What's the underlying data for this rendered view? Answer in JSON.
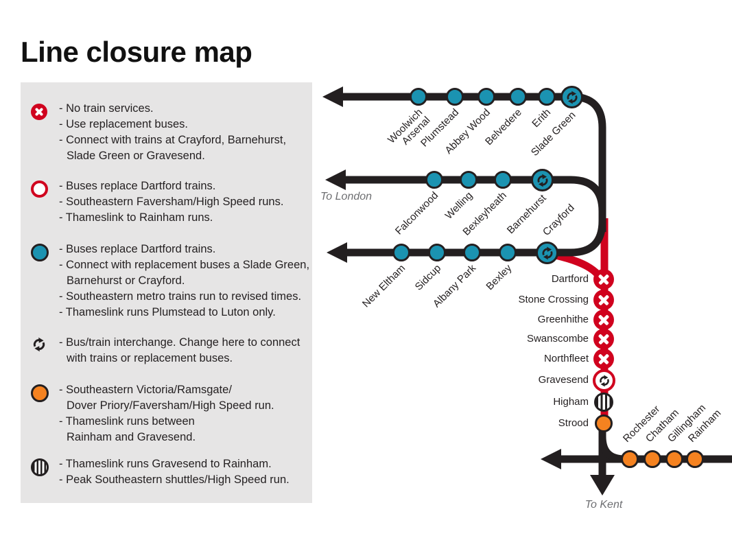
{
  "title": "Line closure map",
  "colors": {
    "teal": "#1b93b1",
    "red": "#d0021e",
    "orange": "#f58220",
    "line_black": "#231f20",
    "panel_gray": "#e6e5e5"
  },
  "legend": {
    "items": [
      {
        "icon": "no-service-icon",
        "lines": [
          "- No train services.",
          "- Use replacement buses.",
          "- Connect with trains at Crayford, Barnehurst,",
          "Slade Green or Gravesend."
        ]
      },
      {
        "icon": "buses-replace-ring-icon",
        "lines": [
          "- Buses replace Dartford trains.",
          "- Southeastern Faversham/High Speed runs.",
          "- Thameslink to Rainham runs."
        ]
      },
      {
        "icon": "buses-replace-dot-icon",
        "lines": [
          "- Buses replace Dartford trains.",
          "- Connect with replacement buses a Slade Green,",
          "Barnehurst or Crayford.",
          "- Southeastern metro trains run to revised times.",
          "- Thameslink runs Plumstead to Luton only."
        ]
      },
      {
        "icon": "interchange-icon",
        "lines": [
          "- Bus/train interchange. Change here to connect",
          "with trains or replacement buses."
        ]
      },
      {
        "icon": "southeastern-dot-icon",
        "lines": [
          "- Southeastern Victoria/Ramsgate/",
          "Dover Priory/Faversham/High Speed run.",
          "- Thameslink runs between",
          "Rainham and Gravesend."
        ]
      },
      {
        "icon": "thameslink-dot-icon",
        "lines": [
          "- Thameslink runs Gravesend to Rainham.",
          "- Peak Southeastern shuttles/High Speed run."
        ]
      }
    ]
  },
  "map": {
    "direction_labels": {
      "london": "To London",
      "kent": "To Kent"
    },
    "lines": [
      {
        "id": "woolwich-line",
        "stations": [
          {
            "label": "Woolwich\nArsenal",
            "type": "station"
          },
          {
            "label": "Plumstead",
            "type": "station"
          },
          {
            "label": "Abbey Wood",
            "type": "station"
          },
          {
            "label": "Belvedere",
            "type": "station"
          },
          {
            "label": "Erith",
            "type": "station"
          },
          {
            "label": "Slade Green",
            "type": "interchange"
          }
        ]
      },
      {
        "id": "bexleyheath-line",
        "stations": [
          {
            "label": "Falconwood",
            "type": "station"
          },
          {
            "label": "Welling",
            "type": "station"
          },
          {
            "label": "Bexleyheath",
            "type": "station"
          },
          {
            "label": "Barnehurst",
            "type": "interchange"
          }
        ]
      },
      {
        "id": "sidcup-line",
        "stations": [
          {
            "label": "New Eltham",
            "type": "station"
          },
          {
            "label": "Sidcup",
            "type": "station"
          },
          {
            "label": "Albany Park",
            "type": "station"
          },
          {
            "label": "Bexley",
            "type": "station"
          },
          {
            "label": "Crayford",
            "type": "interchange"
          }
        ]
      },
      {
        "id": "north-kent-line",
        "stations": [
          {
            "label": "Dartford",
            "type": "no-service"
          },
          {
            "label": "Stone Crossing",
            "type": "no-service"
          },
          {
            "label": "Greenhithe",
            "type": "no-service"
          },
          {
            "label": "Swanscombe",
            "type": "no-service"
          },
          {
            "label": "Northfleet",
            "type": "no-service"
          },
          {
            "label": "Gravesend",
            "type": "interchange-ring"
          },
          {
            "label": "Higham",
            "type": "thameslink"
          },
          {
            "label": "Strood",
            "type": "southeastern"
          }
        ]
      },
      {
        "id": "medway-line",
        "stations": [
          {
            "label": "Rochester",
            "type": "southeastern"
          },
          {
            "label": "Chatham",
            "type": "southeastern"
          },
          {
            "label": "Gillingham",
            "type": "southeastern"
          },
          {
            "label": "Rainham",
            "type": "southeastern"
          }
        ]
      }
    ]
  }
}
